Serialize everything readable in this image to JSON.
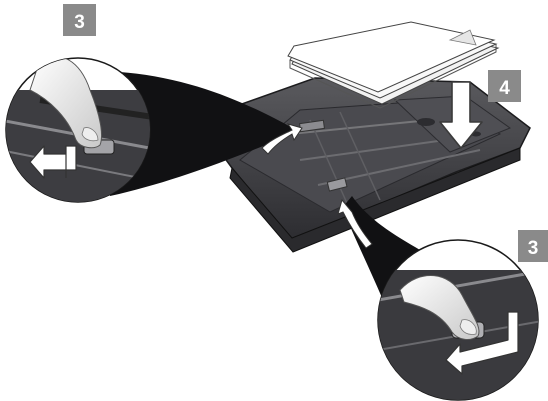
{
  "steps": {
    "top_left": "3",
    "right": "4",
    "bottom_right": "3"
  },
  "colors": {
    "badge": "#8a8a8a",
    "tray": "#3f3f42",
    "tray_dark": "#222225",
    "callout": "#111113",
    "paper": "#ffffff",
    "arrow_fill": "#ffffff",
    "arrow_stroke": "#4a4a4a"
  }
}
